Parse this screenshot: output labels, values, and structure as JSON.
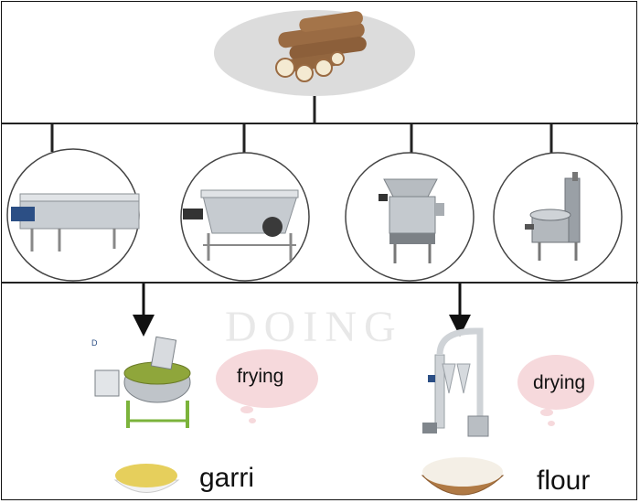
{
  "watermark": "DOING",
  "steps": {
    "frying_label": "frying",
    "drying_label": "drying"
  },
  "products": {
    "garri_label": "garri",
    "flour_label": "flour"
  },
  "colors": {
    "line": "#222222",
    "cloud": "#f6d9dc",
    "root_ellipse": "#dcdcdc",
    "cassava_skin": "#9a6b43",
    "cassava_flesh": "#f4ead2"
  }
}
